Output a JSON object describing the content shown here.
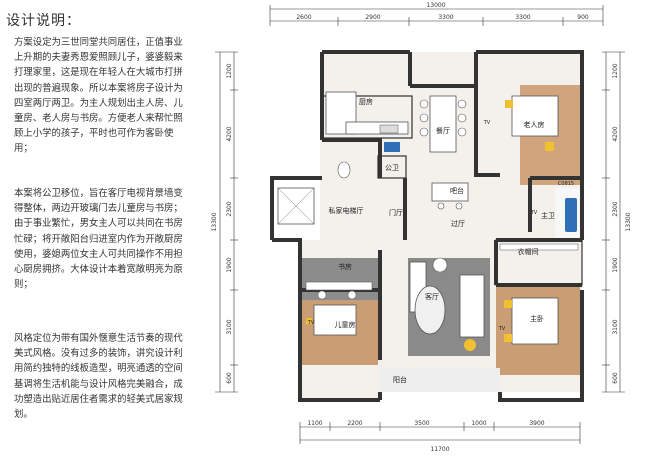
{
  "header": {
    "title": "设计说明："
  },
  "description": {
    "paragraph_1": "方案设定为三世同堂共同居住，正值事业上升期的夫妻秀恩爱照顾儿子，婆婆毅来打理家里，这是现在年轻人在大城市打拼出现的普遍现象。所以本案将房子设计为四室两厅两卫。为主人规划出主人房、儿童房、老人房与书房。方便老人来帮忙照顾上小学的孩子，平时也可作为客卧使用；",
    "paragraph_2": "本案将公卫移位，旨在客厅电视背景墙变得整体，两边开玻璃门去儿童房与书房；由于事业繁忙，男女主人可以共同在书房忙碌；将开敞阳台归进室内作为开敞厨房使用，婆媳两位女主人可共同操作不用担心厨房拥挤。大体设计本着宽敞明亮为原则；",
    "paragraph_3": "风格定位为带有国外惬意生活节奏的现代美式风格。没有过多的装饰，讲究设计利用简约独特的线板造型，明亮通透的空间基调将生活机能与设计风格完美融合，成功塑造出贴近居住者需求的轻美式居家规划。"
  },
  "floor_plan": {
    "dims_top": {
      "total": "13000",
      "segments": [
        "2600",
        "2900",
        "3300",
        "3300",
        "900"
      ]
    },
    "dims_bottom": {
      "total": "11700",
      "segments": [
        "1100",
        "2200",
        "3500",
        "1000",
        "3900"
      ]
    },
    "dims_left": {
      "total": "13300",
      "segments": [
        "1200",
        "4200",
        "2300",
        "1900",
        "3100",
        "600"
      ]
    },
    "dims_right": {
      "total": "13300",
      "segments": [
        "1200",
        "4200",
        "2300",
        "1900",
        "3100",
        "600"
      ]
    },
    "rooms": {
      "kitchen": "厨房",
      "dining": "餐厅",
      "elderly_room": "老人房",
      "public_bath": "公卫",
      "bar": "吧台",
      "master_bath": "主卫",
      "elevator": "私家电梯厅",
      "foyer": "门厅",
      "corridor": "过厅",
      "closet": "衣帽间",
      "study": "书房",
      "living": "客厅",
      "children_room": "儿童房",
      "master_bedroom": "主卧",
      "balcony": "阳台"
    },
    "labels": {
      "tv_1": "TV",
      "tv_2": "TV",
      "tv_3": "TV",
      "tv_4": "TV",
      "cabinet": "C0815"
    }
  },
  "colors": {
    "wall": "#333333",
    "floor_grey": "#8a8a8a",
    "wood": "#caa07a",
    "accent_yellow": "#f0c030",
    "bath_blue": "#2e6fb5"
  }
}
